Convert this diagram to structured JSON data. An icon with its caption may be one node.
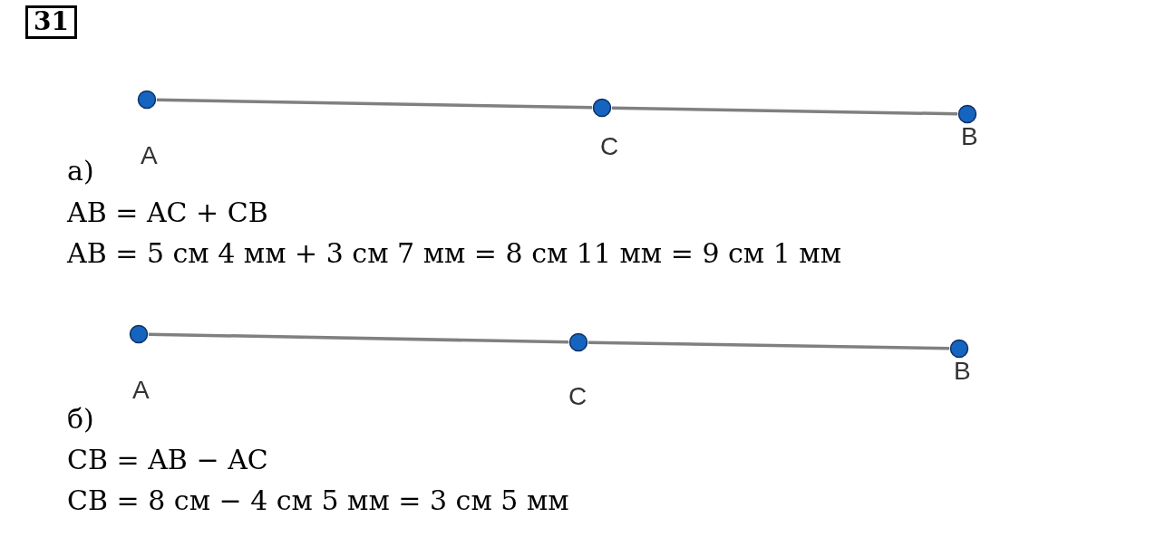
{
  "diagram": {
    "nodes": [
      {
        "text": [],
        "shape": "circle",
        "beside": [
          "A"
        ]
      },
      {
        "text": [],
        "shape": "circle",
        "beside": [
          "C"
        ]
      },
      {
        "text": [],
        "shape": "circle",
        "beside": [
          "B"
        ]
      },
      {
        "text": [],
        "shape": "circle",
        "beside": [
          "A"
        ]
      },
      {
        "text": [],
        "shape": "circle",
        "beside": [
          "C"
        ]
      },
      {
        "text": [],
        "shape": "circle",
        "beside": [
          "B"
        ]
      }
    ],
    "edges": [
      {
        "from": 0,
        "to": 1,
        "arrow": "none"
      },
      {
        "from": 1,
        "to": 2,
        "arrow": "none"
      },
      {
        "from": 3,
        "to": 4,
        "arrow": "none"
      },
      {
        "from": 4,
        "to": 5,
        "arrow": "none"
      }
    ],
    "labels": [
      "31",
      "а)",
      "AB = AC + CB",
      "AB = 5 см 4 мм + 3 см 7 мм = 8 см 11 мм = 9 см 1 мм",
      "б)",
      "CB = AB − AC",
      "CB = 8 см − 4 см 5 мм = 3 см 5 мм"
    ]
  }
}
